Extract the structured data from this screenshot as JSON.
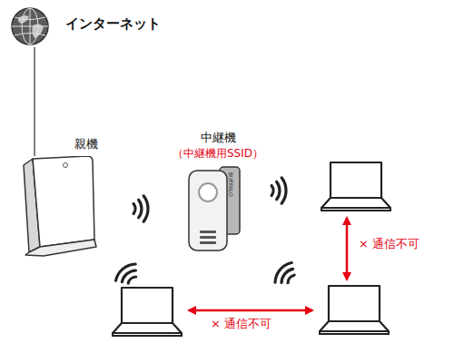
{
  "diagram": {
    "nodes": [
      {
        "text": [
          "インターネット"
        ]
      },
      {
        "text": [
          "親機"
        ]
      },
      {
        "text": [
          "中継機",
          "（中継機用SSID）"
        ]
      },
      {
        "text": []
      },
      {
        "text": []
      },
      {
        "text": []
      }
    ],
    "edges": [
      {
        "from": 0,
        "to": 1,
        "arrow": "none"
      },
      {
        "from": 3,
        "to": 5,
        "arrow": "both",
        "label": "× 通信不可"
      },
      {
        "from": 4,
        "to": 5,
        "arrow": "both",
        "label": "× 通信不可"
      }
    ],
    "labels": [
      "BUFFALO"
    ]
  }
}
